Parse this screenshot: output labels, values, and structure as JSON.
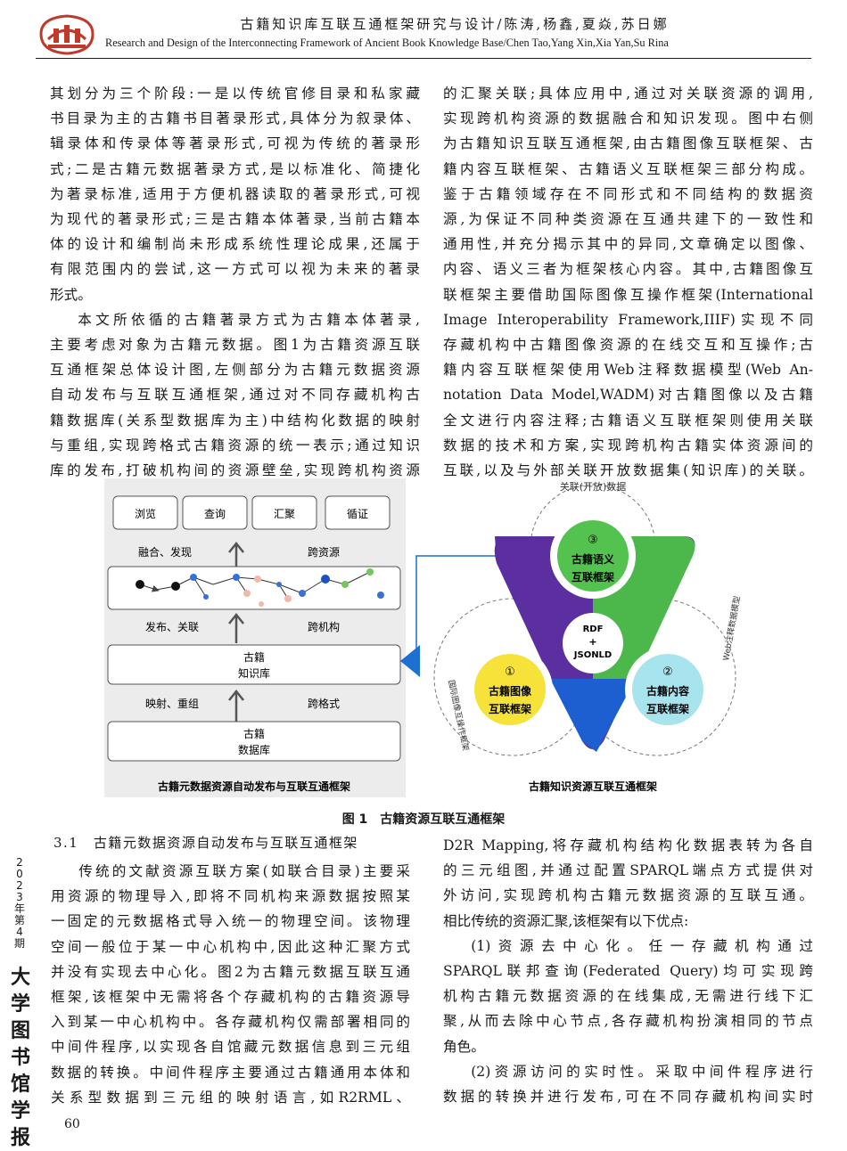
{
  "header": {
    "title": "古籍知识库互联互通框架研究与设计/陈涛,杨鑫,夏焱,苏日娜",
    "subtitle": "Research and Design of the Interconnecting Framework of Ancient Book Knowledge Base/Chen Tao,Yang Xin,Xia Yan,Su Rina"
  },
  "left_col_top": [
    "其划分为三个阶段:一是以传统官修目录和私家藏",
    "书目录为主的古籍书目著录形式,具体分为叙录体、",
    "辑录体和传录体等著录形式,可视为传统的著录形",
    "式;二是古籍元数据著录方式,是以标准化、简捷化",
    "为著录标准,适用于方便机器读取的著录形式,可视",
    "为现代的著录形式;三是古籍本体著录,当前古籍本",
    "体的设计和编制尚未形成系统性理论成果,还属于",
    "有限范围内的尝试,这一方式可以视为未来的著录",
    "形式。",
    "本文所依循的古籍著录方式为古籍本体著录,",
    "主要考虑对象为古籍元数据。图1为古籍资源互联",
    "互通框架总体设计图,左侧部分为古籍元数据资源",
    "自动发布与互联互通框架,通过对不同存藏机构古",
    "籍数据库(关系型数据库为主)中结构化数据的映射",
    "与重组,实现跨格式古籍资源的统一表示;通过知识",
    "库的发布,打破机构间的资源壁垒,实现跨机构资源"
  ],
  "right_col_top": [
    "的汇聚关联;具体应用中,通过对关联资源的调用,",
    "实现跨机构资源的数据融合和知识发现。图中右侧",
    "为古籍知识互联互通框架,由古籍图像互联框架、古",
    "籍内容互联框架、古籍语义互联框架三部分构成。",
    "鉴于古籍领域存在不同形式和不同结构的数据资",
    "源,为保证不同种类资源在互通共建下的一致性和",
    "通用性,并充分揭示其中的异同,文章确定以图像、",
    "内容、语义三者为框架核心内容。其中,古籍图像互",
    "联框架主要借助国际图像互操作框架(International",
    "Image Interoperability Framework,IIIF)实现不同",
    "存藏机构中古籍图像资源的在线交互和互操作;古",
    "籍内容互联框架使用Web注释数据模型(Web An-",
    "notation Data Model,WADM)对古籍图像以及古籍",
    "全文进行内容注释;古籍语义互联框架则使用关联",
    "数据的技术和方案,实现跨机构古籍实体资源间的",
    "互联,以及与外部关联开放数据集(知识库)的关联。"
  ],
  "figure": {
    "left": {
      "top_boxes": [
        "浏览",
        "查询",
        "汇聚",
        "循证"
      ],
      "row1_left": "融合、发现",
      "row1_right": "跨资源",
      "row2_left": "发布、关联",
      "row2_right": "跨机构",
      "kb_line1": "古籍",
      "kb_line2": "知识库",
      "row3_left": "映射、重组",
      "row3_right": "跨格式",
      "db_line1": "古籍",
      "db_line2": "数据库",
      "caption": "古籍元数据资源自动发布与互联互通框架"
    },
    "right": {
      "outer_arc_label": "关联(开放)数据",
      "left_arc_label": "国际图像互操作框架",
      "right_arc_label": "Web注释数据模型",
      "center_line1": "RDF",
      "center_line2": "+",
      "center_line3": "JSONLD",
      "c3_num": "③",
      "c3_l1": "古籍语义",
      "c3_l2": "互联框架",
      "c1_num": "①",
      "c1_l1": "古籍图像",
      "c1_l2": "互联框架",
      "c2_num": "②",
      "c2_l1": "古籍内容",
      "c2_l2": "互联框架",
      "caption": "古籍知识资源互联互通框架"
    },
    "caption": "图 1　古籍资源互联互通框架"
  },
  "section_title": "3.1　古籍元数据资源自动发布与互联互通框架",
  "left_col_bottom": [
    "传统的文献资源互联方案(如联合目录)主要采",
    "用资源的物理导入,即将不同机构来源数据按照某",
    "一固定的元数据格式导入统一的物理空间。该物理",
    "空间一般位于某一中心机构中,因此这种汇聚方式",
    "并没有实现去中心化。图2为古籍元数据互联互通",
    "框架,该框架中无需将各个存藏机构的古籍资源导",
    "入到某一中心机构中。各存藏机构仅需部署相同的",
    "中间件程序,以实现各自馆藏元数据信息到三元组",
    "数据的转换。中间件程序主要通过古籍通用本体和",
    "关系型数据到三元组的映射语言,如R2RML、"
  ],
  "right_col_bottom": [
    "D2R Mapping,将存藏机构结构化数据表转为各自",
    "的三元组图,并通过配置SPARQL端点方式提供对",
    "外访问,实现跨机构古籍元数据资源的互联互通。",
    "相比传统的资源汇聚,该框架有以下优点:",
    "(1)资源去中心化。任一存藏机构通过",
    "SPARQL联邦查询(Federated Query)均可实现跨",
    "机构古籍元数据资源的在线集成,无需进行线下汇",
    "聚,从而去除中心节点,各存藏机构扮演相同的节点",
    "角色。",
    "(2)资源访问的实时性。采取中间件程序进行",
    "数据的转换并进行发布,可在不同存藏机构间实时"
  ],
  "side": {
    "year": "2023年第4期",
    "journal": "大学图书馆学报"
  },
  "page_number": "60",
  "colors": {
    "purple": "#5b2fa0",
    "green": "#4cb84c",
    "blue": "#1d5fd1",
    "yellow": "#f7e23a",
    "gray_panel": "#e9e9e9"
  }
}
